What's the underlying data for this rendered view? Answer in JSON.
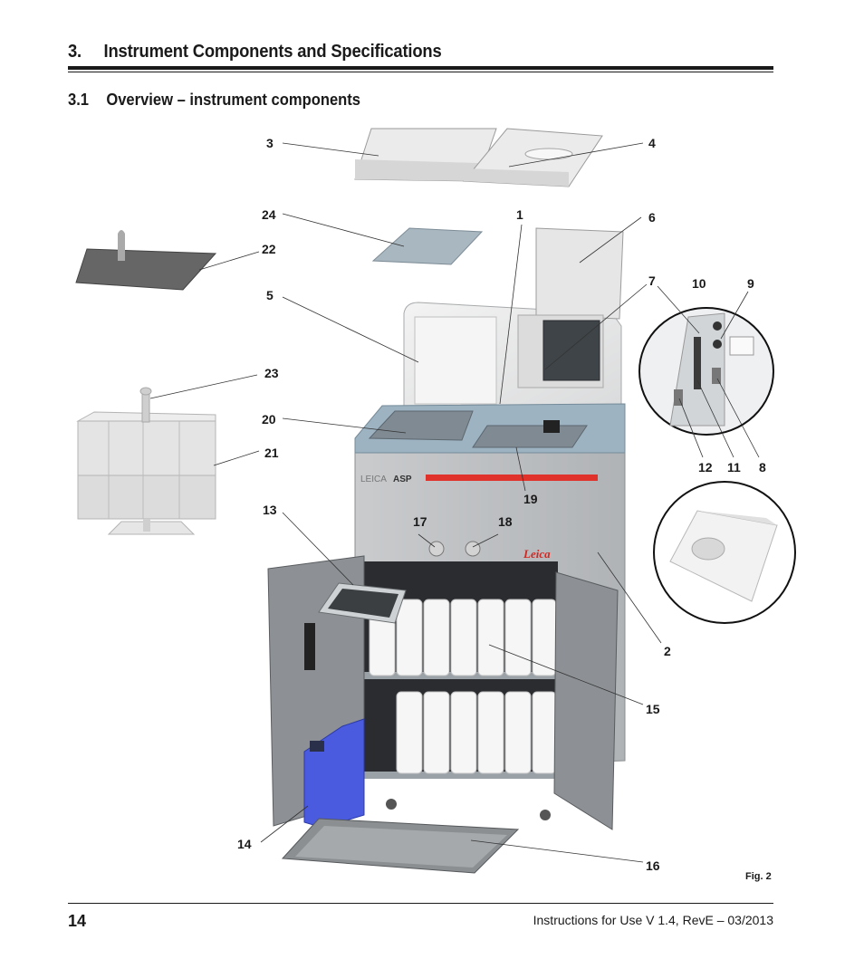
{
  "header": {
    "chapter_number": "3.",
    "chapter_title": "Instrument Components and Specifications"
  },
  "section": {
    "number": "3.1",
    "title": "Overview – instrument components"
  },
  "figure": {
    "label": "Fig. 2",
    "device_text": {
      "brand": "Leica",
      "model_prefix": "LEICA",
      "model": "ASP"
    },
    "callouts": [
      "3",
      "4",
      "24",
      "1",
      "6",
      "22",
      "5",
      "7",
      "10",
      "9",
      "23",
      "20",
      "21",
      "12",
      "11",
      "8",
      "19",
      "13",
      "17",
      "18",
      "2",
      "15",
      "14",
      "16"
    ],
    "colors": {
      "accent_red": "#e0312b",
      "canister_blue": "#4a5be0",
      "cabinet_gray": "#b9bcbf",
      "door_gray": "#8d9094"
    }
  },
  "footer": {
    "page_number": "14",
    "document": "Instructions for Use V 1.4, RevE – 03/2013"
  }
}
